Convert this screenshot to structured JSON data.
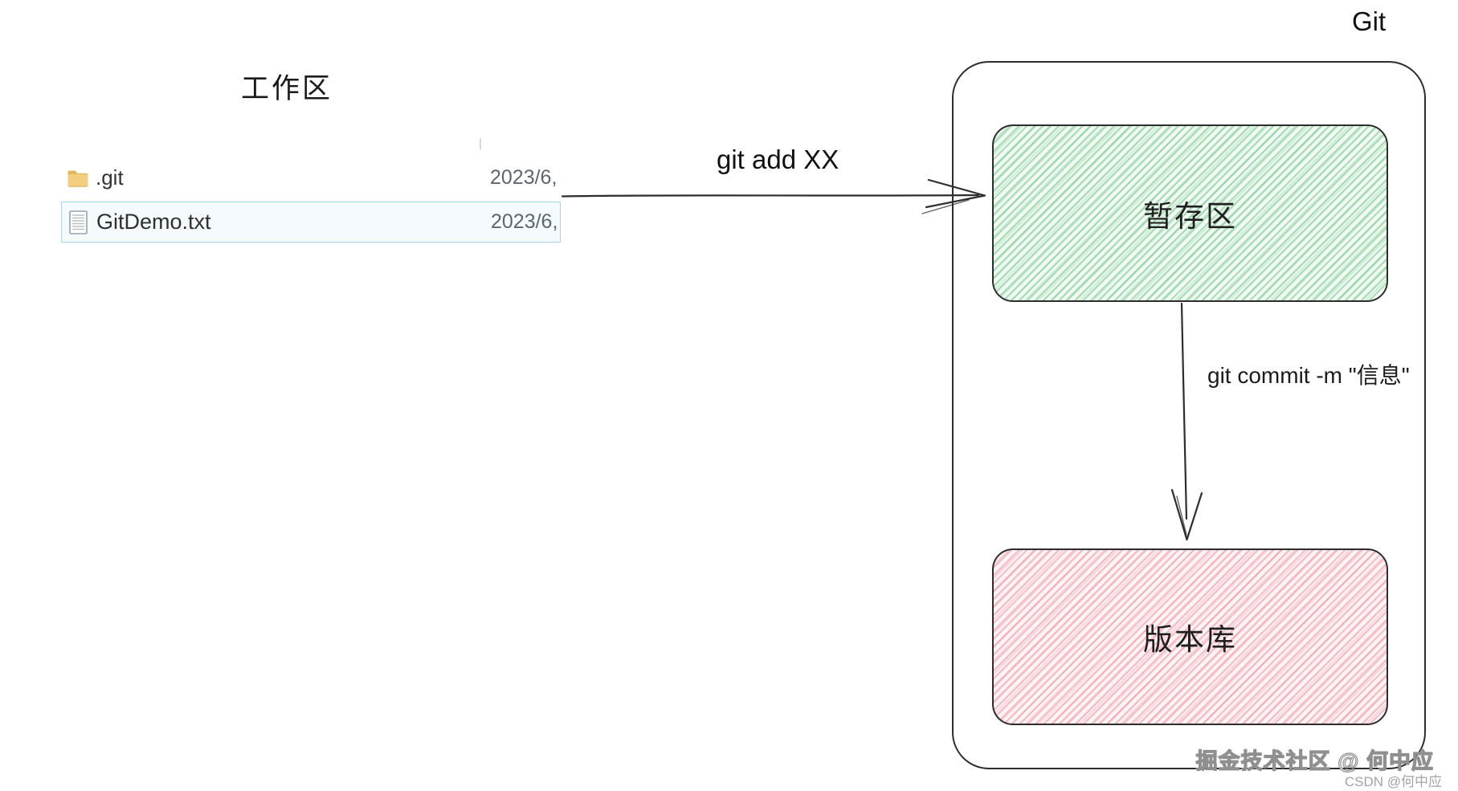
{
  "left_panel": {
    "title": "工作区",
    "files": [
      {
        "name": ".git",
        "date": "2023/6,",
        "icon": "folder-icon",
        "selected": false
      },
      {
        "name": "GitDemo.txt",
        "date": "2023/6,",
        "icon": "text-file-icon",
        "selected": true
      }
    ]
  },
  "flow": {
    "container_label": "Git",
    "add_command": "git add XX",
    "commit_command": "git commit -m \"信息\"",
    "staging_label": "暂存区",
    "repository_label": "版本库"
  },
  "watermark": {
    "line1": "掘金技术社区 @ 何中应",
    "line2": "CSDN @何中应"
  },
  "colors": {
    "ink": "#2d2d2d",
    "green_fill": "#f3faf4",
    "green_stripe": "#8fd6a4",
    "red_fill": "#fdf4f5",
    "red_stripe": "#f4a6b0",
    "selection_border": "#a9d4f0",
    "date_color": "#5d6670",
    "folder_body": "#f2cf7e",
    "folder_tab": "#e3b65a"
  }
}
